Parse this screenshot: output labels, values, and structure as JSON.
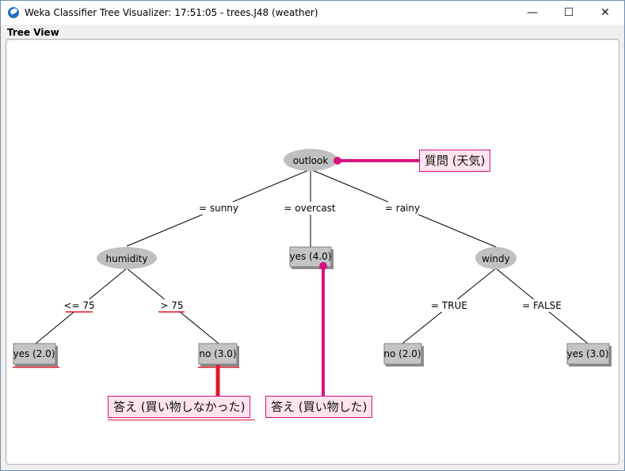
{
  "window": {
    "title": "Weka Classifier Tree Visualizer: 17:51:05 - trees.J48 (weather)",
    "controls": {
      "minimize": "—",
      "maximize": "☐",
      "close": "✕"
    }
  },
  "panel": {
    "label": "Tree View"
  },
  "tree": {
    "nodes": {
      "outlook": "outlook",
      "humidity": "humidity",
      "windy": "windy"
    },
    "edges": {
      "sunny": "= sunny",
      "overcast": "= overcast",
      "rainy": "= rainy",
      "le75": "<= 75",
      "gt75": "> 75",
      "true": "= TRUE",
      "false": "= FALSE"
    },
    "leaves": {
      "humidity_le": "yes (2.0)",
      "humidity_gt": "no (3.0)",
      "overcast": "yes (4.0)",
      "windy_true": "no (2.0)",
      "windy_false": "yes (3.0)"
    }
  },
  "annotations": {
    "question": "質問 (天気)",
    "answer_no": "答え (買い物しなかった)",
    "answer_yes": "答え (買い物した)"
  },
  "colors": {
    "magenta": "#d6127e",
    "red": "#e0182a",
    "callout_bg": "#fde4ee"
  }
}
